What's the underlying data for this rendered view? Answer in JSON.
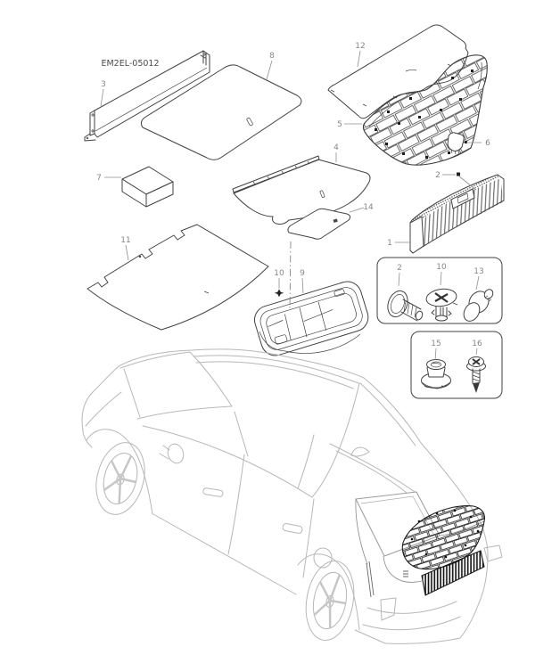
{
  "diagram": {
    "code": "EM2EL-05012",
    "background_color": "#ffffff",
    "part_line_color": "#424242",
    "car_line_color": "#b7b7b7",
    "callout_color": "#868686"
  },
  "parts": {
    "p1": "1",
    "p2": "2",
    "p3": "3",
    "p4": "4",
    "p5": "5",
    "p6": "6",
    "p7": "7",
    "p8": "8",
    "p9": "9",
    "p10": "10",
    "p11": "11",
    "p12": "12",
    "p13": "13",
    "p14": "14",
    "p15": "15",
    "p16": "16"
  }
}
